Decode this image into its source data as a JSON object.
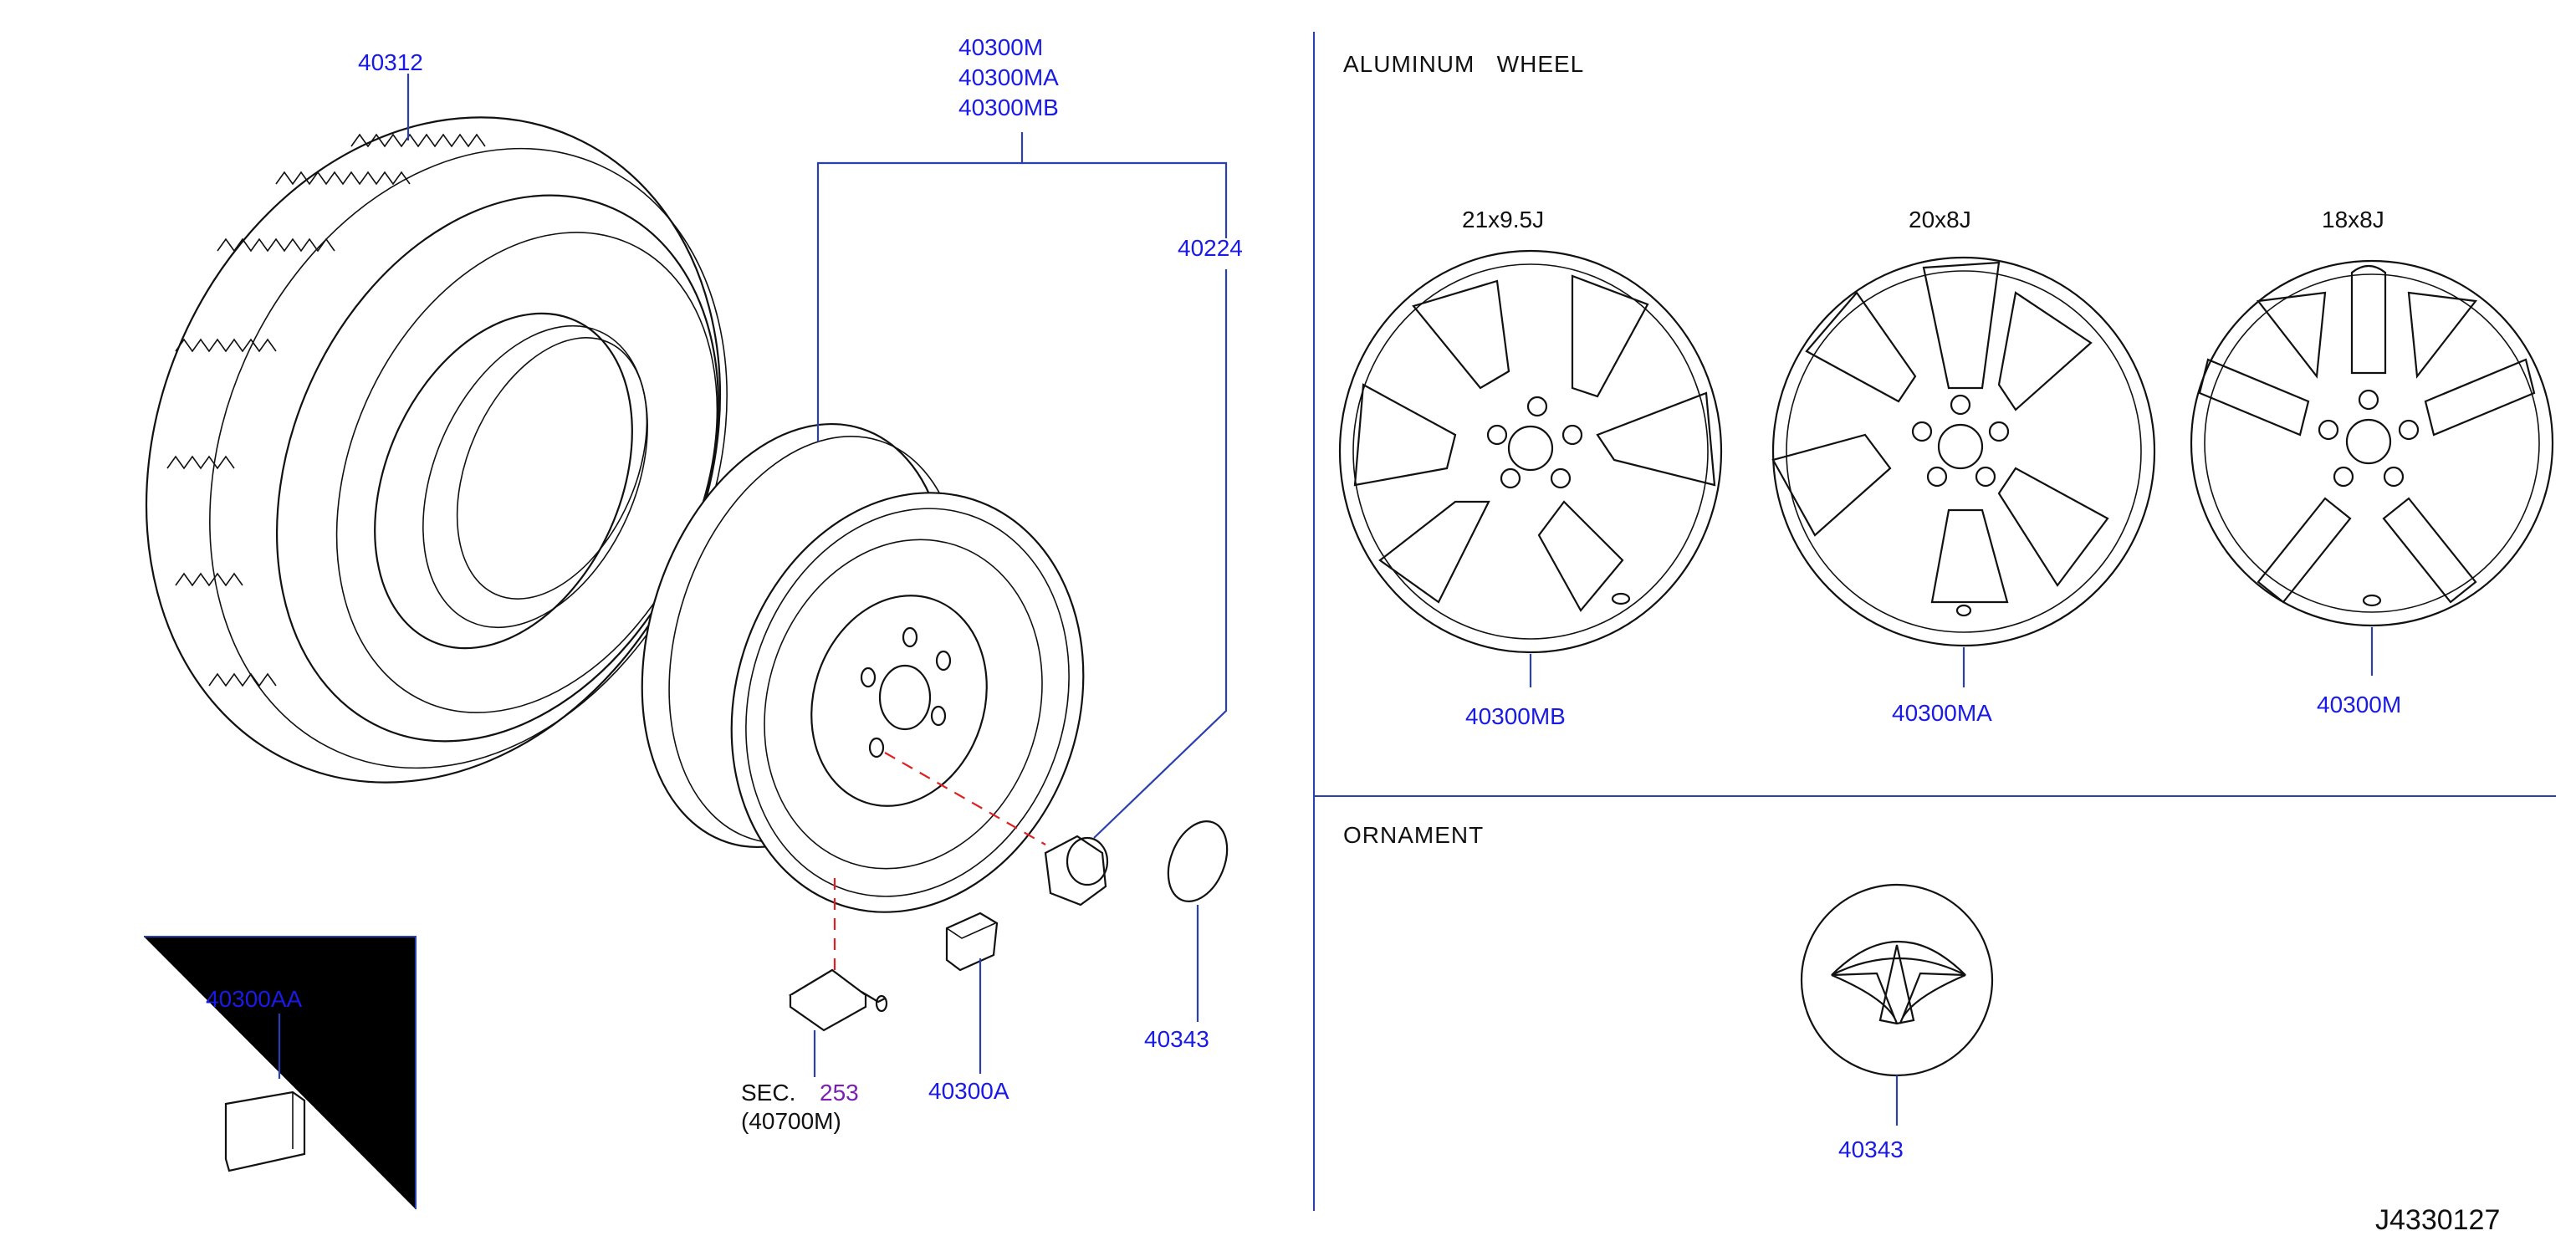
{
  "parts": {
    "tire": "40312",
    "wheel_1": "40300M",
    "wheel_2": "40300MA",
    "wheel_3": "40300MB",
    "nut": "40224",
    "weight_aa": "40300AA",
    "weight_a": "40300A",
    "cap": "40343"
  },
  "tpms": {
    "sec_label": "SEC.",
    "sec_number": "253",
    "sec_part": "(40700M)"
  },
  "aluminum": {
    "title": "ALUMINUM   WHEEL",
    "wheels": [
      {
        "size": "21x9.5J",
        "part": "40300MB"
      },
      {
        "size": "20x8J",
        "part": "40300MA"
      },
      {
        "size": "18x8J",
        "part": "40300M"
      }
    ]
  },
  "ornament": {
    "title": "ORNAMENT",
    "part": "40343"
  },
  "diagram_id": "J4330127",
  "colors": {
    "part_number": "#1a1ae6",
    "leader": "#2a3fb0",
    "reference": "#7a1fb3",
    "hidden_line": "#e02020"
  }
}
